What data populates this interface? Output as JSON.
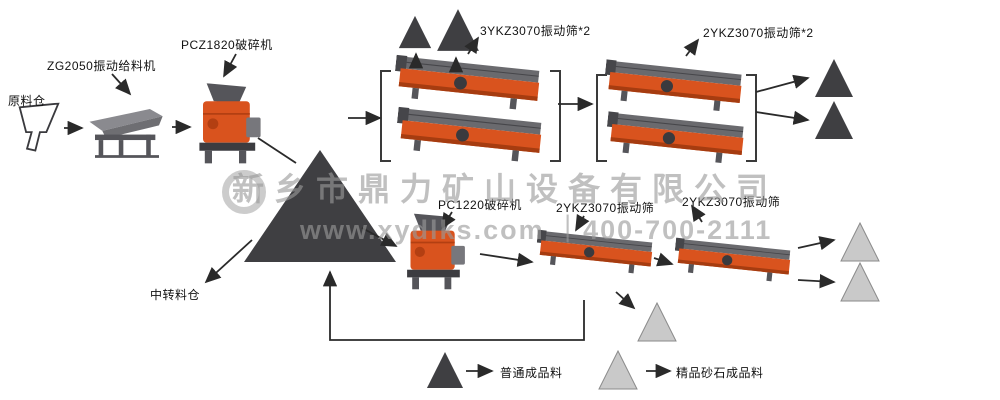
{
  "watermark": {
    "company": "新乡市鼎力矿山设备有限公司",
    "contact": "www.xydlks.com ｜400-700-2111"
  },
  "nodes": {
    "raw_bin": "原料仓",
    "feeder": "ZG2050振动给料机",
    "primary_crusher": "PCZ1820破碎机",
    "screen_group_1": "3YKZ3070振动筛*2",
    "screen_group_2": "2YKZ3070振动筛*2",
    "transfer_bin": "中转料仓",
    "secondary_crusher": "PC1220破碎机",
    "screen_3": "2YKZ3070振动筛",
    "screen_4": "2YKZ3070振动筛"
  },
  "legend": {
    "ordinary_label": "普通成品料",
    "premium_label": "精品砂石成品料"
  },
  "colors": {
    "dark_triangle": "#3f3f42",
    "light_triangle": "#c9c9c9",
    "machine_orange": "#d9531e",
    "machine_gray": "#77777c",
    "line": "#2a2a2a",
    "watermark": "#9a9a9a"
  }
}
